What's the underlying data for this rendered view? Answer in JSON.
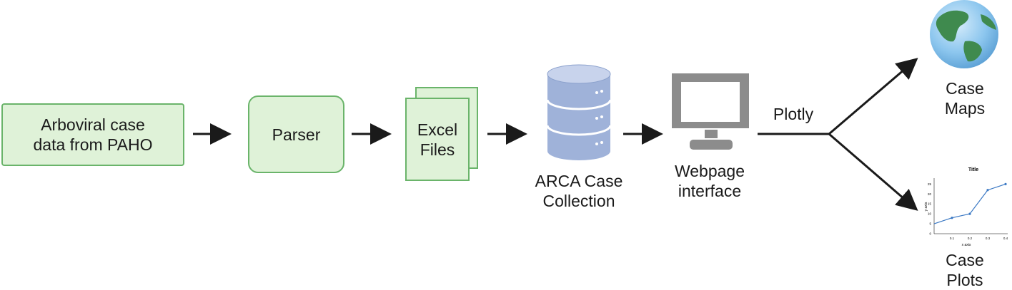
{
  "nodes": {
    "source": {
      "text_line1": "Arboviral case",
      "text_line2": "data from PAHO"
    },
    "parser": {
      "text": "Parser"
    },
    "excel": {
      "text_line1": "Excel",
      "text_line2": "Files"
    },
    "database": {
      "text_line1": "ARCA Case",
      "text_line2": "Collection"
    },
    "web": {
      "text_line1": "Webpage",
      "text_line2": "interface"
    },
    "maps": {
      "text_line1": "Case",
      "text_line2": "Maps"
    },
    "plots": {
      "text_line1": "Case",
      "text_line2": "Plots"
    }
  },
  "edge_labels": {
    "plotly": "Plotly"
  },
  "mini_plot": {
    "title": "Title",
    "xlabel": "x axis",
    "ylabel": "y axis",
    "x_ticks": [
      "0.1",
      "0.2",
      "0.3",
      "0.4"
    ],
    "y_ticks": [
      "0",
      "5",
      "10",
      "15",
      "20",
      "25"
    ]
  },
  "chart_data": {
    "type": "line",
    "title": "Title",
    "xlabel": "x axis",
    "ylabel": "y axis",
    "x": [
      0.0,
      0.1,
      0.2,
      0.3,
      0.4
    ],
    "series": [
      {
        "values": [
          5,
          8,
          10,
          22,
          25
        ]
      }
    ],
    "xlim": [
      0,
      0.42
    ],
    "ylim": [
      0,
      28
    ]
  },
  "colors": {
    "box_fill": "#dff2d8",
    "box_border": "#6ab46a",
    "arrow": "#1a1a1a",
    "monitor": "#8c8c8c",
    "db_fill": "#9fb2d9",
    "plot_line": "#3a78c4"
  }
}
